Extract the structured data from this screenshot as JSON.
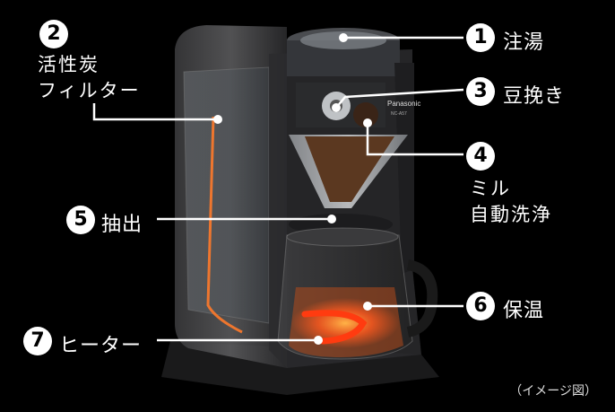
{
  "callouts": [
    {
      "num": "1",
      "label": "注湯"
    },
    {
      "num": "2",
      "label": "活性炭\nフィルター"
    },
    {
      "num": "3",
      "label": "豆挽き"
    },
    {
      "num": "4",
      "label": "ミル\n自動洗浄"
    },
    {
      "num": "5",
      "label": "抽出"
    },
    {
      "num": "6",
      "label": "保温"
    },
    {
      "num": "7",
      "label": "ヒーター"
    }
  ],
  "brand": "Panasonic",
  "model": "NC-A57",
  "caption": "（イメージ図）",
  "colors": {
    "background": "#000000",
    "line": "#ffffff",
    "heater": "#ff5a1f"
  }
}
